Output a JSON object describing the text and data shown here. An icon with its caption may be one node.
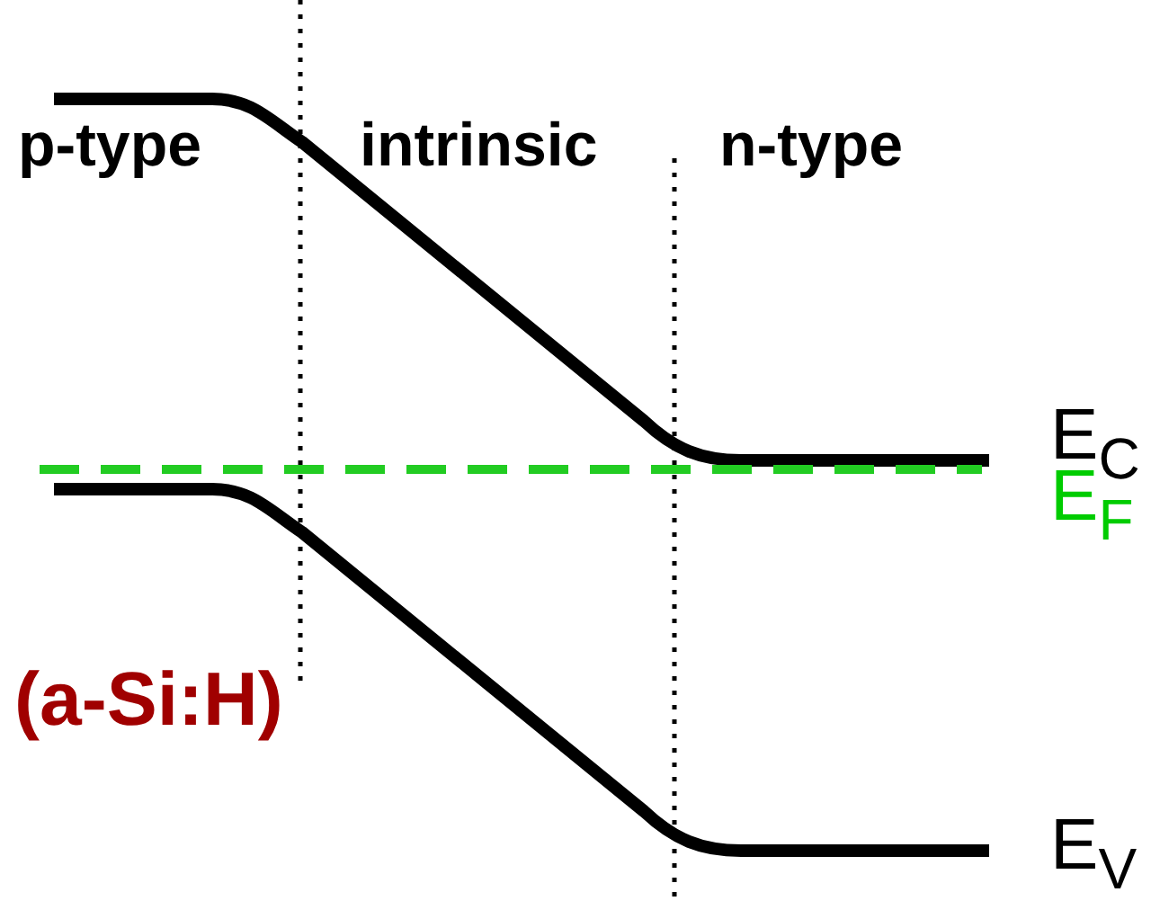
{
  "diagram": {
    "labels": [
      "p-type",
      "intrinsic",
      "n-type",
      "E$_{C}$",
      "E$_{F}$",
      "E$_{V}$",
      "(a-Si:H)"
    ]
  }
}
